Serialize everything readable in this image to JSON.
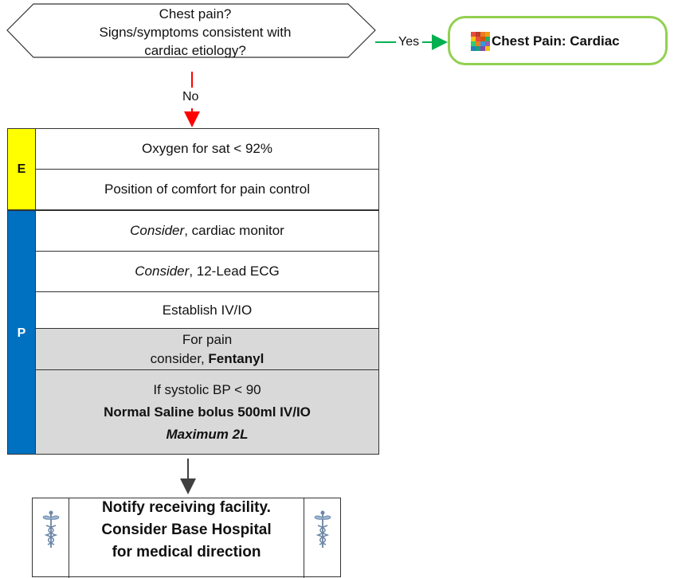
{
  "decision": {
    "lines": [
      "Chest pain?",
      "Signs/symptoms consistent with",
      "cardiac etiology?"
    ],
    "yes_label": "Yes",
    "no_label": "No"
  },
  "target": {
    "label": "Chest Pain: Cardiac",
    "icon": "protocol-grid-icon"
  },
  "sections": [
    {
      "tag": "E",
      "color": "#ffff00"
    },
    {
      "tag": "P",
      "color": "#0070c0"
    }
  ],
  "steps": {
    "oxygen": "Oxygen for sat < 92%",
    "position": "Position of comfort for pain control",
    "monitor_em": "Consider",
    "monitor_rest": ", cardiac monitor",
    "ecg_em": "Consider",
    "ecg_rest": ", 12-Lead ECG",
    "iv": "Establish IV/IO",
    "pain_l1": "For pain",
    "pain_l2_pre": "consider, ",
    "pain_l2_drug": "Fentanyl",
    "bp_l1": "If systolic BP < 90",
    "bp_l2": "Normal Saline bolus 500ml IV/IO",
    "bp_l3": "Maximum 2L"
  },
  "notify": {
    "lines": [
      "Notify receiving facility.",
      "Consider Base Hospital",
      "for medical direction"
    ],
    "icon": "caduceus-icon"
  },
  "colors": {
    "yes_arrow": "#00b050",
    "no_arrow": "#ff0000",
    "target_border": "#92d050",
    "shade": "#d9d9d9"
  }
}
